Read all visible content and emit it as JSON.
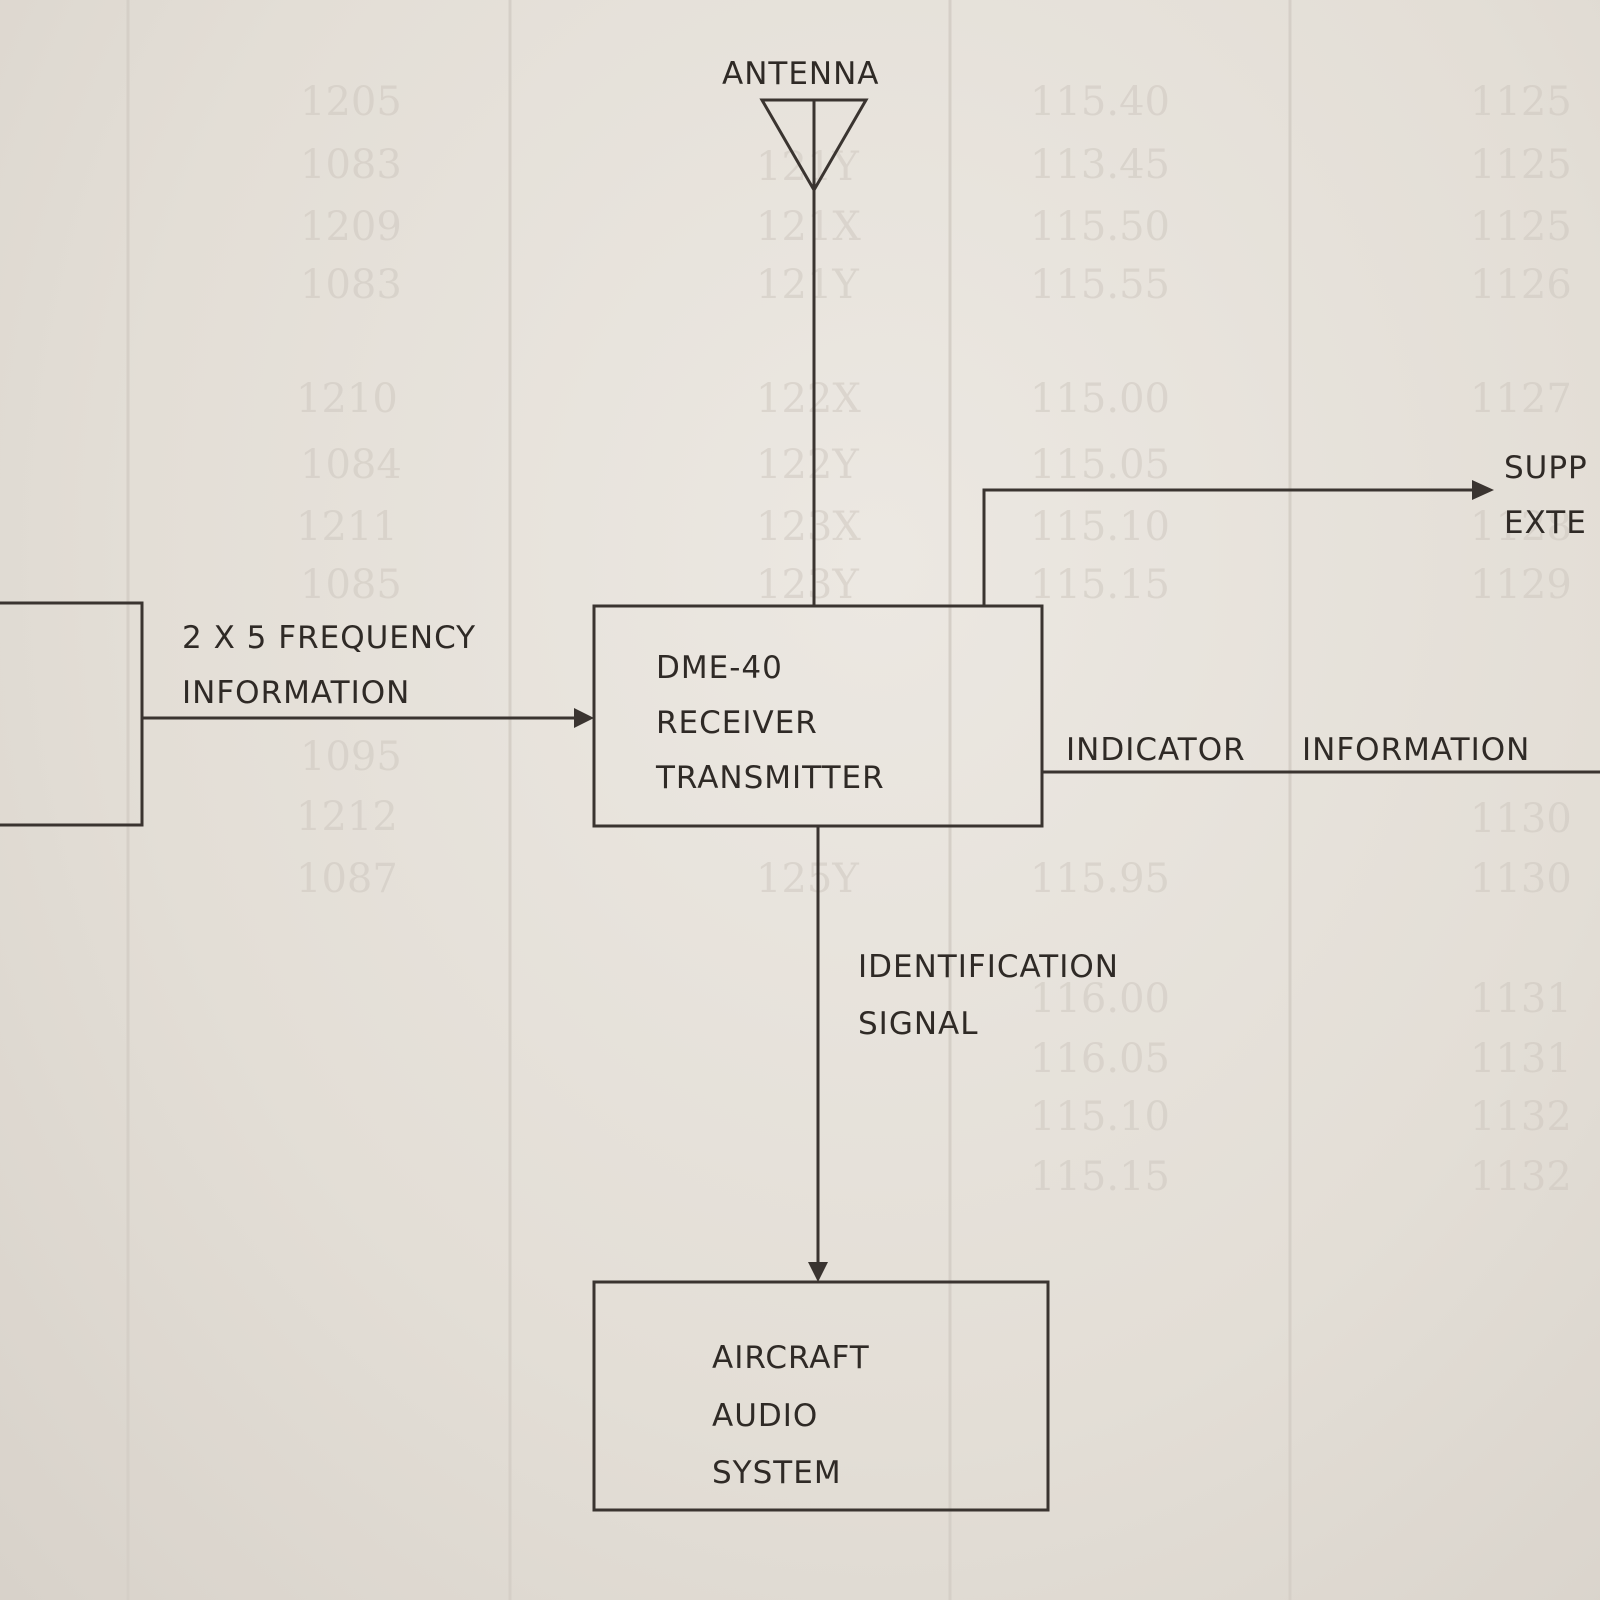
{
  "antenna": {
    "label": "ANTENNA"
  },
  "background_table": {
    "col_a": [
      "1205",
      "1083",
      "1209",
      "1083",
      "1210",
      "1084",
      "1211",
      "1085",
      "1095",
      "1212",
      "1087"
    ],
    "col_b": [
      "121Y",
      "121X",
      "121Y",
      "122X",
      "122Y",
      "123X",
      "123Y",
      "125Y"
    ],
    "col_c": [
      "115.40",
      "113.45",
      "115.50",
      "115.55",
      "115.00",
      "115.05",
      "115.10",
      "115.15",
      "115.95",
      "116.00",
      "116.05",
      "115.10",
      "115.15"
    ],
    "col_d": [
      "1125",
      "1125",
      "1125",
      "1126",
      "1127",
      "1128",
      "1129",
      "1130",
      "1130",
      "1131",
      "1131",
      "1132",
      "1132"
    ]
  },
  "input": {
    "line1": "2 X 5 FREQUENCY",
    "line2": "INFORMATION"
  },
  "dme": {
    "line1": "DME-40",
    "line2": "RECEIVER",
    "line3": "TRANSMITTER"
  },
  "supp": {
    "line1": "SUPP",
    "line2": "EXTE"
  },
  "indicator": {
    "word1": "INDICATOR",
    "word2": "INFORMATION"
  },
  "ident": {
    "line1": "IDENTIFICATION",
    "line2": "SIGNAL"
  },
  "audio": {
    "line1": "AIRCRAFT",
    "line2": "AUDIO",
    "line3": "SYSTEM"
  }
}
